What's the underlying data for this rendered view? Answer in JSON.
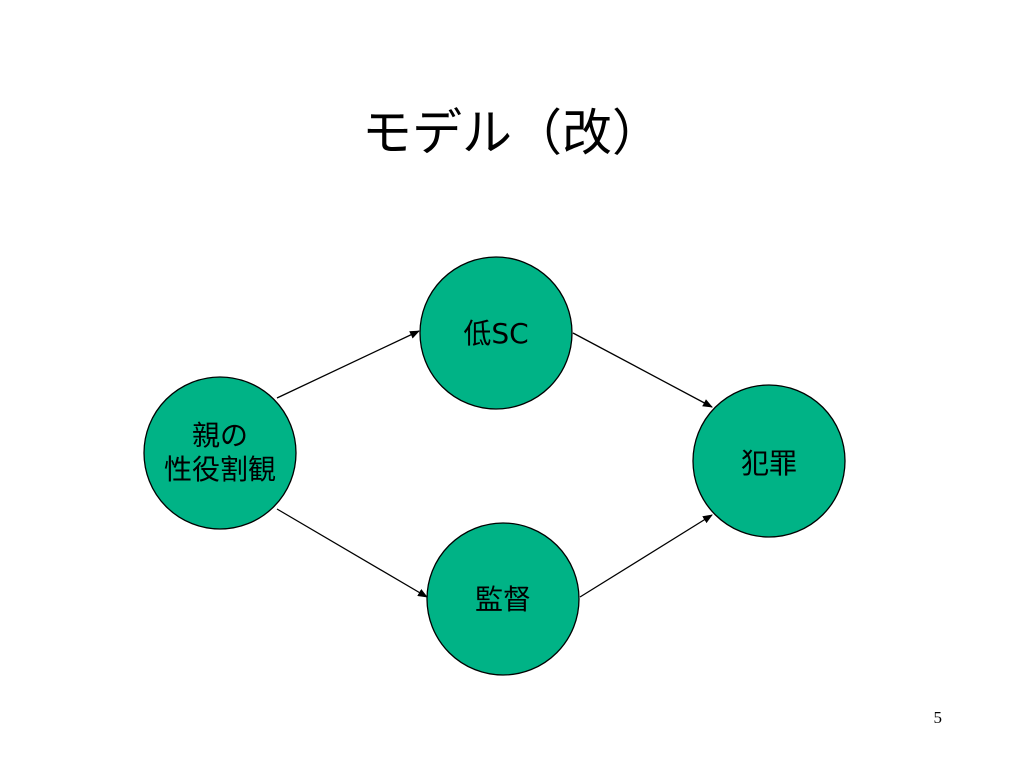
{
  "slide": {
    "title": "モデル（改）",
    "page_number": "5"
  },
  "colors": {
    "node_fill": "#00b386",
    "node_stroke": "#000000",
    "edge": "#000000",
    "background": "#ffffff"
  },
  "diagram": {
    "nodes": [
      {
        "id": "parental_gender_role",
        "lines": [
          "親の",
          "性役割観"
        ]
      },
      {
        "id": "low_sc",
        "lines": [
          "低SC"
        ]
      },
      {
        "id": "supervision",
        "lines": [
          "監督"
        ]
      },
      {
        "id": "crime",
        "lines": [
          "犯罪"
        ]
      }
    ],
    "edges": [
      {
        "from": "parental_gender_role",
        "to": "low_sc"
      },
      {
        "from": "parental_gender_role",
        "to": "supervision"
      },
      {
        "from": "low_sc",
        "to": "crime"
      },
      {
        "from": "supervision",
        "to": "crime"
      }
    ]
  }
}
